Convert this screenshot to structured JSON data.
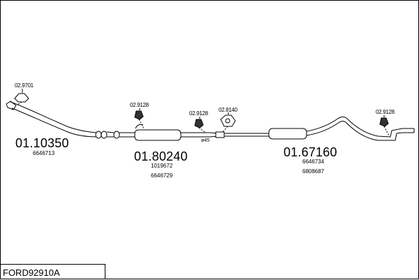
{
  "model_code": "FORD92910A",
  "sections": [
    {
      "part_number": "01.10350",
      "oem_numbers": [
        "6646713"
      ]
    },
    {
      "part_number": "01.80240",
      "oem_numbers": [
        "1019672",
        "6646729"
      ]
    },
    {
      "part_number": "01.67160",
      "oem_numbers": [
        "6646734",
        "6808687"
      ]
    }
  ],
  "accessories": [
    {
      "code": "02.9701"
    },
    {
      "code": "02.9128"
    },
    {
      "code": "02.9128"
    },
    {
      "code": "02.8140"
    },
    {
      "code": "02.9128"
    }
  ],
  "dimension_label": "ø45"
}
